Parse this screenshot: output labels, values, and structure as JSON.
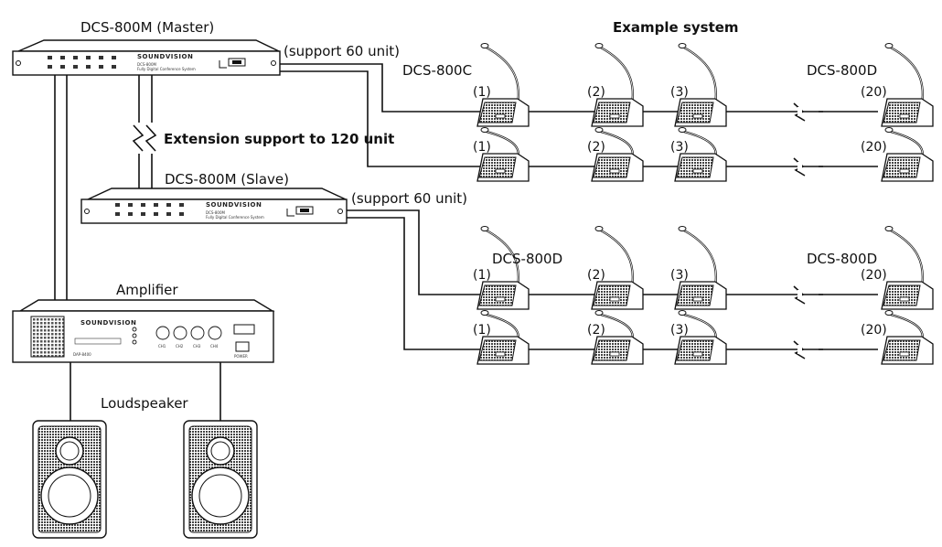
{
  "labels": {
    "title": "Example system",
    "master": "DCS-800M (Master)",
    "slave": "DCS-800M (Slave)",
    "support_master": "(support 60 unit)",
    "support_slave": "(support 60 unit)",
    "extension": "Extension support to 120 unit",
    "amplifier": "Amplifier",
    "loudspeaker": "Loudspeaker",
    "chain_a_first": "DCS-800C",
    "chain_a_last": "DCS-800D",
    "chain_b_first": "DCS-800D",
    "chain_b_last": "DCS-800D"
  },
  "device_text": {
    "brand": "SOUNDVISION",
    "model": "DCS-800M",
    "subtitle": "Fully Digital Conference System",
    "amp_model": "DAP-8400",
    "amp_channels": [
      "CH1",
      "CH2",
      "CH3",
      "CH4"
    ],
    "amp_power": "POWER"
  },
  "rows": [
    {
      "units": [
        "(1)",
        "(2)",
        "(3)",
        "(20)"
      ]
    },
    {
      "units": [
        "(1)",
        "(2)",
        "(3)",
        "(20)"
      ]
    },
    {
      "units": [
        "(1)",
        "(2)",
        "(3)",
        "(20)"
      ]
    },
    {
      "units": [
        "(1)",
        "(2)",
        "(3)",
        "(20)"
      ]
    }
  ],
  "colors": {
    "line": "#111111",
    "device_fill": "#ffffff",
    "grille": "#555555"
  }
}
